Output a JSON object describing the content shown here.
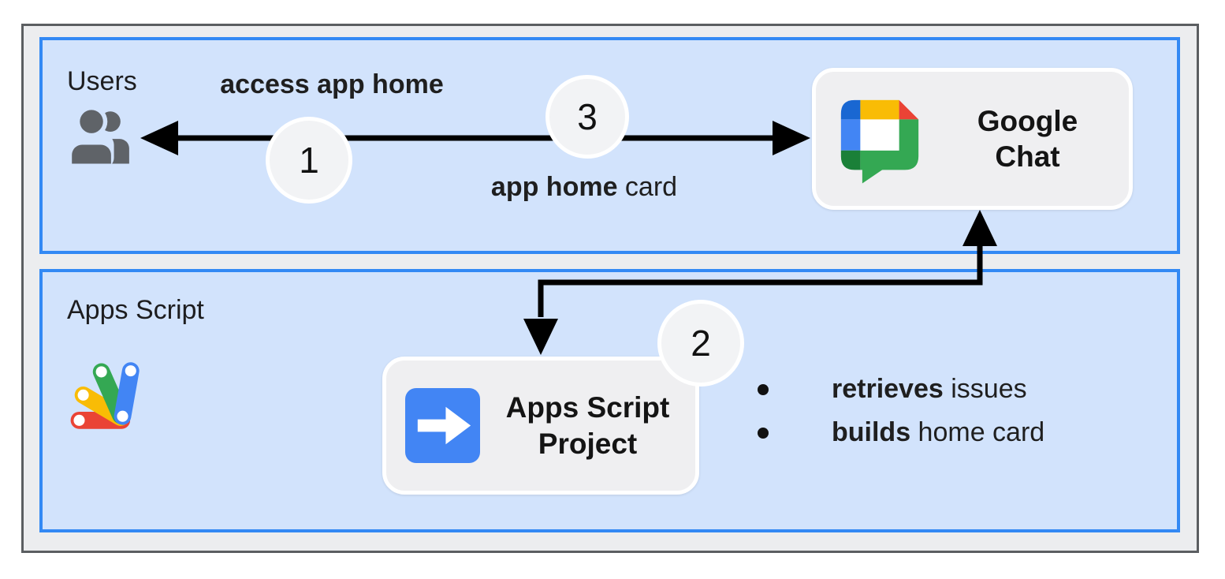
{
  "panels": {
    "users": {
      "label": "Users"
    },
    "apps_script": {
      "label": "Apps Script"
    }
  },
  "nodes": {
    "google_chat": {
      "label_lines": [
        "Google",
        "Chat"
      ]
    },
    "apps_script_project": {
      "label_lines": [
        "Apps Script",
        "Project"
      ]
    }
  },
  "steps": {
    "one": "1",
    "two": "2",
    "three": "3"
  },
  "labels": {
    "request": {
      "text": "access app home"
    },
    "response": {
      "bold": "app home",
      "regular": " card"
    }
  },
  "bullets": [
    {
      "bold": "retrieves",
      "regular": " issues"
    },
    {
      "bold": "builds",
      "regular": " home card"
    }
  ],
  "icons": {
    "users": "users-icon",
    "google_chat": "google-chat-logo",
    "apps_script": "apps-script-logo",
    "project_arrow": "arrow-right-icon"
  },
  "colors": {
    "panel_fill": "#d2e3fc",
    "panel_border": "#3389f4",
    "frame_fill": "#ecedef",
    "frame_border": "#5b5e61",
    "node_fill": "#efeff1",
    "step_circle_fill": "#f2f3f5",
    "arrow": "#000000",
    "text": "#1f1f1f",
    "users_icon_gray": "#5f6368",
    "google_blue": "#4285f4",
    "google_dark_blue": "#1967d2",
    "google_red": "#ea4335",
    "google_yellow": "#f9bc05",
    "google_green": "#34a853",
    "google_dark_green": "#1a8038"
  }
}
